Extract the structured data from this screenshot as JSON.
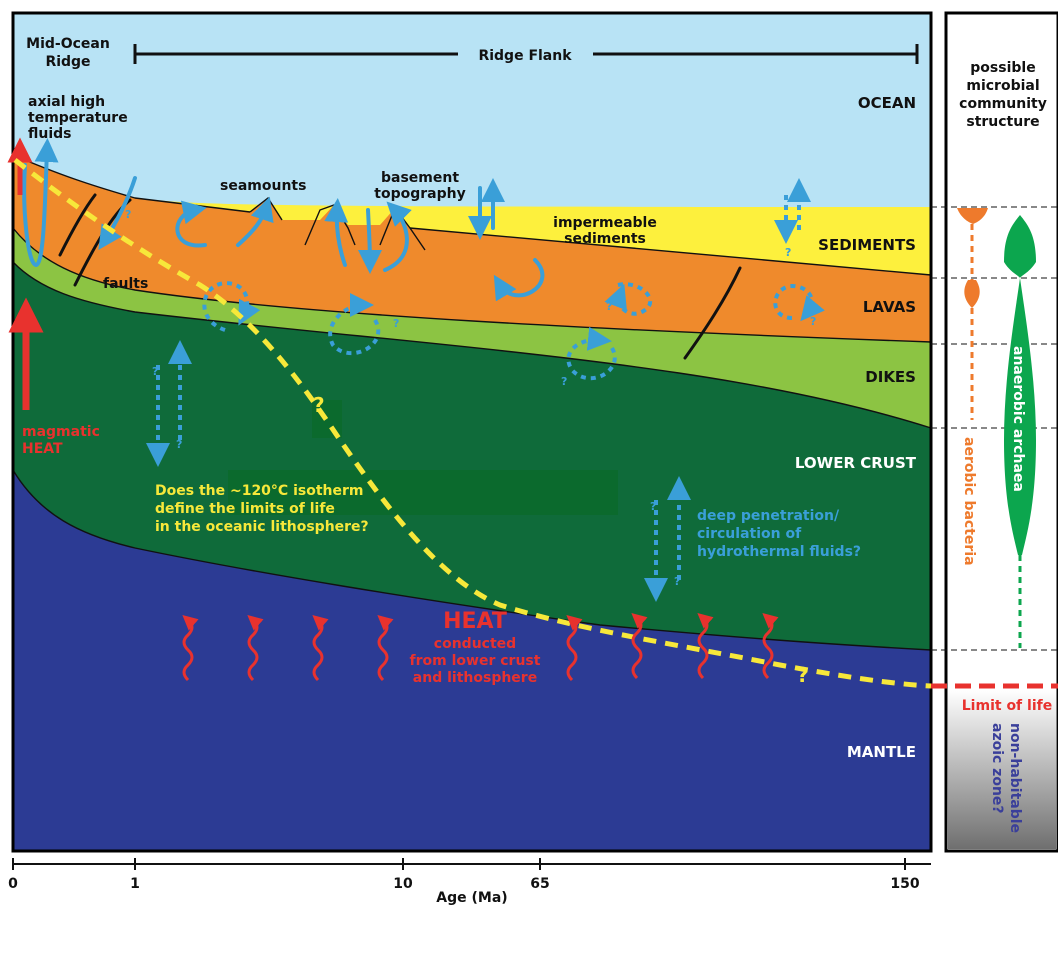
{
  "header": {
    "mid_ocean_ridge": [
      "Mid-Ocean",
      "Ridge"
    ],
    "ridge_flank": "Ridge Flank"
  },
  "layers": {
    "ocean": "OCEAN",
    "sediments": "SEDIMENTS",
    "lavas": "LAVAS",
    "dikes": "DIKES",
    "lower_crust": "LOWER CRUST",
    "mantle": "MANTLE"
  },
  "annotations": {
    "axial_fluids": [
      "axial high",
      "temperature",
      "fluids"
    ],
    "seamounts": "seamounts",
    "basement_topography": [
      "basement",
      "topography"
    ],
    "impermeable_sediments": [
      "impermeable",
      "sediments"
    ],
    "faults": "faults",
    "magmatic_heat": [
      "magmatic",
      "HEAT"
    ],
    "isotherm_question": [
      "Does the ~120°C isotherm",
      "define the limits of life",
      "in the oceanic lithosphere?"
    ],
    "deep_penetration": [
      "deep penetration/",
      "circulation of",
      "hydrothermal fluids?"
    ],
    "heat_title": "HEAT",
    "heat_sub": [
      "conducted",
      "from lower crust",
      "and lithosphere"
    ],
    "question_mark": "?"
  },
  "side_panel": {
    "title": [
      "possible",
      "microbial",
      "community",
      "structure"
    ],
    "aerobic_bacteria": "aerobic bacteria",
    "anaerobic_archaea": "anaerobic archaea",
    "limit_of_life": "Limit of life",
    "non_habitable": [
      "non-habitable",
      "azoic zone?"
    ]
  },
  "x_axis": {
    "label": "Age (Ma)",
    "ticks": [
      "0",
      "1",
      "10",
      "65",
      "150"
    ]
  },
  "colors": {
    "ocean": "#b8e3f5",
    "sediments": "#fdf03d",
    "lavas": "#ef8a2c",
    "dikes": "#8cc443",
    "lower_crust": "#0f6b3a",
    "mantle": "#2c3b94",
    "fluid_arrows": "#3a9fd8",
    "heat": "#e8322e",
    "isotherm": "#f7e83a"
  }
}
